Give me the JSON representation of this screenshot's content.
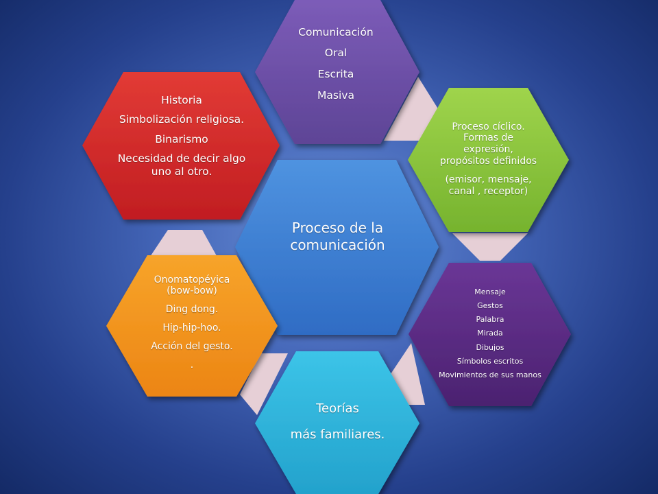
{
  "colors": {
    "background": "#2e4da0",
    "connector": "#e6cfd6",
    "center": "#3d7fd4",
    "top": "#6e4fa8",
    "right_top": "#8cc63f",
    "right_bottom": "#5b2c83",
    "bottom": "#2fb4dc",
    "left_bottom": "#f2921d",
    "left_top": "#d8252b"
  },
  "center": {
    "lines": [
      "Proceso de la",
      "comunicación"
    ]
  },
  "top": {
    "lines": [
      "Comunicación",
      "Oral",
      "Escrita",
      "Masiva"
    ]
  },
  "right_top": {
    "lines": [
      "Proceso cíclico.",
      "Formas de",
      "expresión,",
      "propósitos definidos",
      "(emisor, mensaje,",
      "canal , receptor)"
    ]
  },
  "right_bottom": {
    "lines": [
      "Mensaje",
      "Gestos",
      "Palabra",
      "Mirada",
      "Dibujos",
      "Símbolos escritos",
      "Movimientos de sus manos"
    ]
  },
  "bottom": {
    "lines": [
      "Teorías",
      "más familiares."
    ]
  },
  "left_bottom": {
    "lines": [
      "Onomatopéyica",
      "(bow-bow)",
      "Ding dong.",
      "Hip-hip-hoo.",
      "Acción del gesto.",
      "."
    ]
  },
  "left_top": {
    "lines": [
      "Historia",
      "Simbolización religiosa.",
      "Binarismo",
      "Necesidad de decir algo",
      "uno al otro."
    ]
  }
}
